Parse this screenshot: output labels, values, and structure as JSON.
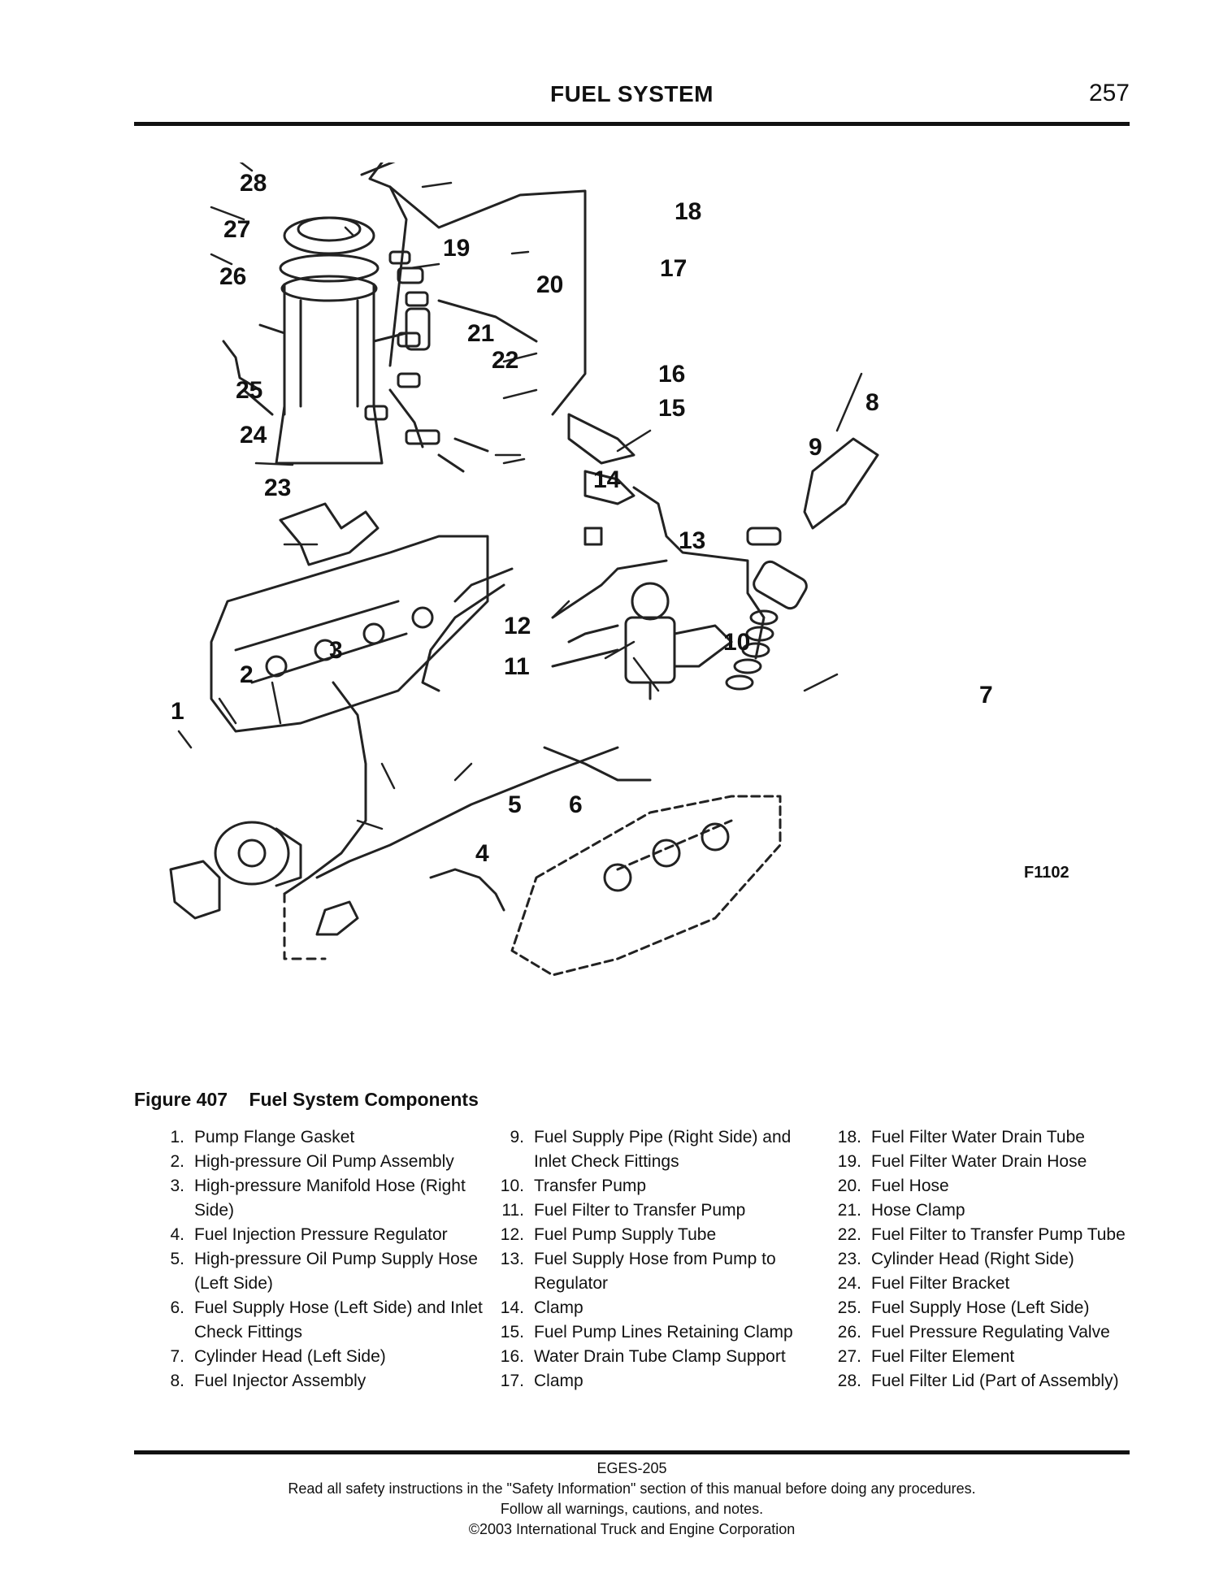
{
  "header": {
    "title": "FUEL SYSTEM",
    "page_number": "257"
  },
  "figure": {
    "code": "F1102",
    "callouts": [
      "1",
      "2",
      "3",
      "4",
      "5",
      "6",
      "7",
      "8",
      "9",
      "10",
      "11",
      "12",
      "13",
      "14",
      "15",
      "16",
      "17",
      "18",
      "19",
      "20",
      "21",
      "22",
      "23",
      "24",
      "25",
      "26",
      "27",
      "28"
    ]
  },
  "caption": {
    "number": "Figure 407",
    "title": "Fuel System Components"
  },
  "legend": {
    "col1": [
      {
        "n": "1.",
        "t": "Pump Flange Gasket"
      },
      {
        "n": "2.",
        "t": "High-pressure Oil Pump Assembly"
      },
      {
        "n": "3.",
        "t": "High-pressure Manifold Hose (Right Side)"
      },
      {
        "n": "4.",
        "t": "Fuel Injection Pressure Regulator"
      },
      {
        "n": "5.",
        "t": "High-pressure Oil Pump Supply Hose (Left Side)"
      },
      {
        "n": "6.",
        "t": "Fuel Supply Hose (Left Side) and Inlet Check Fittings"
      },
      {
        "n": "7.",
        "t": "Cylinder Head (Left Side)"
      },
      {
        "n": "8.",
        "t": "Fuel Injector Assembly"
      }
    ],
    "col2": [
      {
        "n": "9.",
        "t": "Fuel Supply Pipe (Right Side) and Inlet Check Fittings"
      },
      {
        "n": "10.",
        "t": "Transfer Pump"
      },
      {
        "n": "11.",
        "t": "Fuel Filter to Transfer Pump"
      },
      {
        "n": "12.",
        "t": "Fuel Pump Supply Tube"
      },
      {
        "n": "13.",
        "t": "Fuel Supply Hose from Pump to Regulator"
      },
      {
        "n": "14.",
        "t": "Clamp"
      },
      {
        "n": "15.",
        "t": "Fuel Pump Lines Retaining Clamp"
      },
      {
        "n": "16.",
        "t": "Water Drain Tube Clamp Support"
      },
      {
        "n": "17.",
        "t": "Clamp"
      }
    ],
    "col3": [
      {
        "n": "18.",
        "t": "Fuel Filter Water Drain Tube"
      },
      {
        "n": "19.",
        "t": "Fuel Filter Water Drain Hose"
      },
      {
        "n": "20.",
        "t": "Fuel Hose"
      },
      {
        "n": "21.",
        "t": "Hose Clamp"
      },
      {
        "n": "22.",
        "t": "Fuel Filter to Transfer Pump Tube"
      },
      {
        "n": "23.",
        "t": "Cylinder Head (Right Side)"
      },
      {
        "n": "24.",
        "t": "Fuel Filter Bracket"
      },
      {
        "n": "25.",
        "t": "Fuel Supply Hose (Left Side)"
      },
      {
        "n": "26.",
        "t": "Fuel Pressure Regulating Valve"
      },
      {
        "n": "27.",
        "t": "Fuel Filter Element"
      },
      {
        "n": "28.",
        "t": "Fuel Filter Lid (Part of Assembly)"
      }
    ]
  },
  "footer": {
    "doc_code": "EGES-205",
    "line1": "Read all safety instructions in the \"Safety Information\" section of this manual before doing any procedures.",
    "line2": "Follow all warnings, cautions, and notes.",
    "line3": "©2003 International Truck and Engine Corporation"
  }
}
